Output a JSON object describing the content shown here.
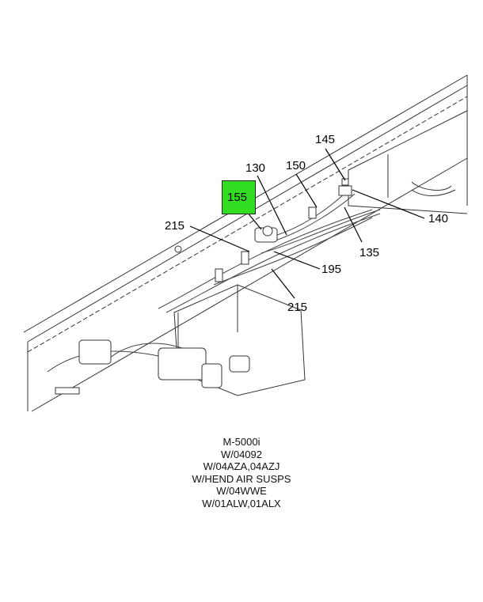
{
  "callouts": {
    "c145": "145",
    "c130": "130",
    "c150": "150",
    "c155": "155",
    "c215a": "215",
    "c140": "140",
    "c135": "135",
    "c195": "195",
    "c215b": "215"
  },
  "highlight_color": "#33dd22",
  "caption": [
    "M-5000i",
    "W/04092",
    "W/04AZA,04AZJ",
    "W/HEND AIR SUSPS",
    "W/04WWE",
    "W/01ALW,01ALX"
  ]
}
